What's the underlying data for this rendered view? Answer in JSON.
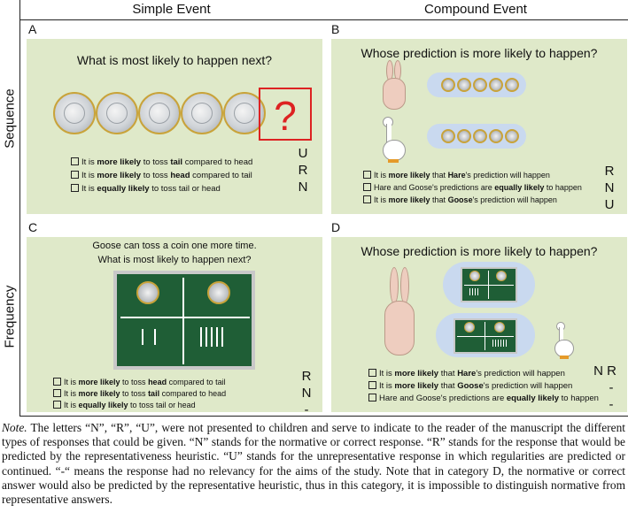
{
  "columns": {
    "simple": "Simple Event",
    "compound": "Compound Event"
  },
  "rows": {
    "sequence": "Sequence",
    "frequency": "Frequency"
  },
  "panels": {
    "A": {
      "letter": "A",
      "title": "What is most likely to happen next?",
      "qmark": "?",
      "options": [
        {
          "pre": "It is ",
          "bold": "more likely",
          "mid": " to toss ",
          "bold2": "tail",
          "post": " compared to head"
        },
        {
          "pre": "It is ",
          "bold": "more likely",
          "mid": " to toss ",
          "bold2": "head",
          "post": " compared to tail"
        },
        {
          "pre": "It is ",
          "bold": "equally likely",
          "mid": " to toss tail or head",
          "bold2": "",
          "post": ""
        }
      ],
      "codes": [
        "U",
        "R",
        "N"
      ]
    },
    "B": {
      "letter": "B",
      "title": "Whose prediction is more likely to happen?",
      "options": [
        {
          "pre": "It is ",
          "bold": "more likely",
          "mid": " that ",
          "bold2": "Hare",
          "post": "'s prediction will happen"
        },
        {
          "pre": "Hare and Goose's predictions are ",
          "bold": "equally likely",
          "mid": " to happen",
          "bold2": "",
          "post": ""
        },
        {
          "pre": "It is ",
          "bold": "more likely",
          "mid": " that ",
          "bold2": "Goose",
          "post": "'s prediction will happen"
        }
      ],
      "codes": [
        "R",
        "N",
        "U"
      ]
    },
    "C": {
      "letter": "C",
      "title_line1": "Goose can toss a coin one more time.",
      "title_line2": "What is most likely to happen next?",
      "options": [
        {
          "pre": "It is ",
          "bold": "more likely",
          "mid": " to toss ",
          "bold2": "head",
          "post": " compared to tail"
        },
        {
          "pre": "It is ",
          "bold": "more likely",
          "mid": " to toss ",
          "bold2": "tail",
          "post": " compared to head"
        },
        {
          "pre": "It is ",
          "bold": "equally likely",
          "mid": " to toss tail or head",
          "bold2": "",
          "post": ""
        }
      ],
      "codes": [
        "R",
        "N",
        "-"
      ]
    },
    "D": {
      "letter": "D",
      "title": "Whose prediction is more likely to happen?",
      "options": [
        {
          "pre": "It is ",
          "bold": "more likely",
          "mid": " that ",
          "bold2": "Hare",
          "post": "'s prediction will happen"
        },
        {
          "pre": "It is ",
          "bold": "more likely",
          "mid": " that ",
          "bold2": "Goose",
          "post": "'s prediction will happen"
        },
        {
          "pre": "Hare and Goose's predictions are ",
          "bold": "equally likely",
          "mid": " to happen",
          "bold2": "",
          "post": ""
        }
      ],
      "codes": [
        "N R",
        "-",
        "-"
      ]
    }
  },
  "note": {
    "label": "Note.",
    "text": " The letters “N”, “R”, “U”, were not presented to children and serve to indicate to the reader of the manuscript the different types of responses that could be given. “N” stands for the normative or correct response. “R” stands for the response that would be predicted by the representativeness heuristic. “U” stands for the unrepresentative response in which regularities are predicted or continued. “-“ means the response had no relevancy for the aims of the study. Note that in category D, the normative or correct answer would also be predicted by the representative heuristic, thus in this category, it is  impossible to distinguish normative from representative answers."
  }
}
